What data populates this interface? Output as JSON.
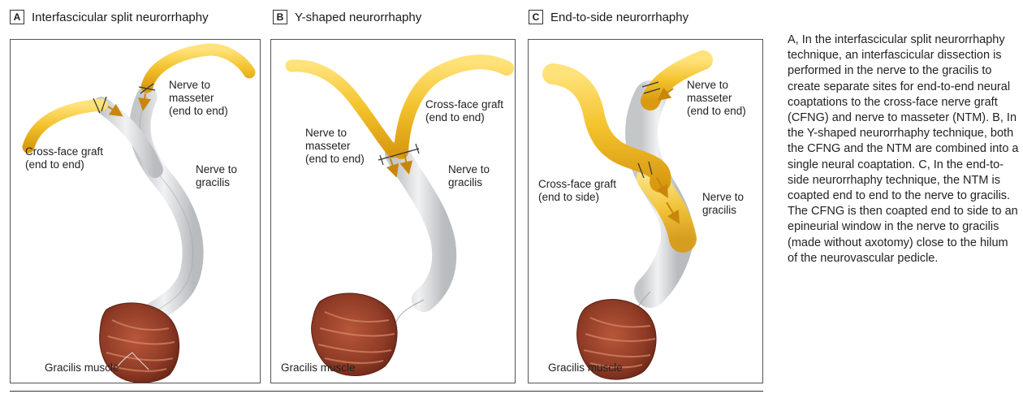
{
  "panels": [
    {
      "letter": "A",
      "title": "Interfascicular split neurorrhaphy",
      "labels": {
        "masseter": "Nerve to\nmasseter\n(end to end)",
        "graft": "Cross-face graft\n(end to end)",
        "gracilis_nerve": "Nerve to\ngracilis",
        "muscle": "Gracilis muscle"
      }
    },
    {
      "letter": "B",
      "title": "Y-shaped neurorrhaphy",
      "labels": {
        "graft": "Cross-face graft\n(end to end)",
        "masseter": "Nerve to\nmasseter\n(end to end)",
        "gracilis_nerve": "Nerve to\ngracilis",
        "muscle": "Gracilis muscle"
      }
    },
    {
      "letter": "C",
      "title": "End-to-side neurorrhaphy",
      "labels": {
        "masseter": "Nerve to\nmasseter\n(end to end)",
        "graft": "Cross-face graft\n(end to side)",
        "gracilis_nerve": "Nerve to\ngracilis",
        "muscle": "Gracilis muscle"
      }
    }
  ],
  "caption": "A, In the interfascicular split neurorrhaphy technique, an interfascicular dissection is performed in the nerve to the gracilis to create separate sites for end-to-end neural coaptations to the cross-face nerve graft (CFNG) and nerve to masseter (NTM). B, In the Y-shaped neurorrhaphy technique, both the CFNG and the NTM are combined into a single neural coaptation. C, In the end-to-side neurorrhaphy technique, the NTM is coapted end to end to the nerve to gracilis. The CFNG is then coapted end to side to an epineurial window in the nerve to gracilis (made without axotomy) close to the hilum of the neurovascular pedicle.",
  "colors": {
    "graft_yellow": "#f3c22b",
    "nerve_gray": "#d9dcdd",
    "muscle_red": "#8f3b26"
  }
}
